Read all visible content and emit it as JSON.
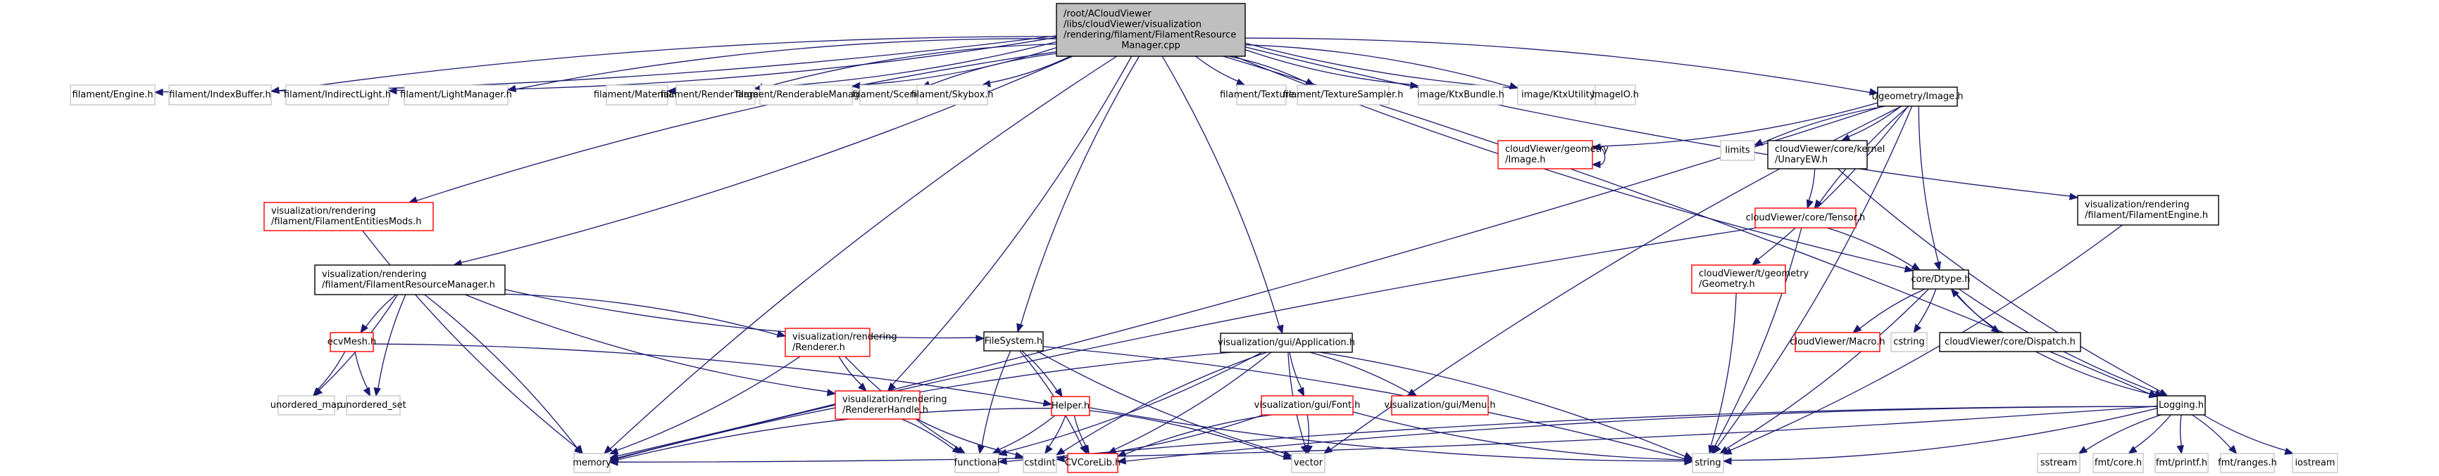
{
  "title": "Include dependency graph for FilamentResourceManager.cpp",
  "colors": {
    "edge": "#191970",
    "root_fill": "#bfbfbf",
    "root_border": "#000000",
    "documented_border": "#000000",
    "truncated_border": "#ff0000",
    "external_border": "#bfbfbf",
    "node_fill": "#ffffff"
  },
  "nodes": [
    {
      "id": "root",
      "kind": "root",
      "lines": [
        "/root/ACloudViewer",
        "/libs/cloudViewer/visualization",
        "/rendering/filament/FilamentResource",
        "Manager.cpp"
      ]
    },
    {
      "id": "engine",
      "kind": "external",
      "lines": [
        "filament/Engine.h"
      ]
    },
    {
      "id": "indexbuffer",
      "kind": "external",
      "lines": [
        "filament/IndexBuffer.h"
      ]
    },
    {
      "id": "indirectlight",
      "kind": "external",
      "lines": [
        "filament/IndirectLight.h"
      ]
    },
    {
      "id": "lightmanager",
      "kind": "external",
      "lines": [
        "filament/LightManager.h"
      ]
    },
    {
      "id": "material",
      "kind": "external",
      "lines": [
        "filament/Material.h"
      ]
    },
    {
      "id": "rendertarget",
      "kind": "external",
      "lines": [
        "filament/RenderTarget.h"
      ]
    },
    {
      "id": "renderablemanager",
      "kind": "external",
      "lines": [
        "filament/RenderableManager.h"
      ]
    },
    {
      "id": "scene",
      "kind": "external",
      "lines": [
        "filament/Scene.h"
      ]
    },
    {
      "id": "skybox",
      "kind": "external",
      "lines": [
        "filament/Skybox.h"
      ]
    },
    {
      "id": "texture",
      "kind": "external",
      "lines": [
        "filament/Texture.h"
      ]
    },
    {
      "id": "texturesampler",
      "kind": "external",
      "lines": [
        "filament/TextureSampler.h"
      ]
    },
    {
      "id": "ktxbundle",
      "kind": "external",
      "lines": [
        "image/KtxBundle.h"
      ]
    },
    {
      "id": "ktxutility",
      "kind": "external",
      "lines": [
        "image/KtxUtility.h"
      ]
    },
    {
      "id": "imageio",
      "kind": "external",
      "lines": [
        "ImageIO.h"
      ]
    },
    {
      "id": "timage",
      "kind": "documented",
      "lines": [
        "t/geometry/Image.h"
      ]
    },
    {
      "id": "cvimage",
      "kind": "truncated",
      "lines": [
        "cloudViewer/geometry",
        "/Image.h"
      ]
    },
    {
      "id": "limits",
      "kind": "external",
      "lines": [
        "limits"
      ]
    },
    {
      "id": "unaryew",
      "kind": "documented",
      "lines": [
        "cloudViewer/core/kernel",
        "/UnaryEW.h"
      ]
    },
    {
      "id": "tensor",
      "kind": "truncated",
      "lines": [
        "cloudViewer/core/Tensor.h"
      ]
    },
    {
      "id": "entitiesmods",
      "kind": "truncated",
      "lines": [
        "visualization/rendering",
        "/filament/FilamentEntitiesMods.h"
      ]
    },
    {
      "id": "filamentengine",
      "kind": "documented",
      "lines": [
        "visualization/rendering",
        "/filament/FilamentEngine.h"
      ]
    },
    {
      "id": "resmgr_h",
      "kind": "documented",
      "lines": [
        "visualization/rendering",
        "/filament/FilamentResourceManager.h"
      ]
    },
    {
      "id": "tgeometry",
      "kind": "truncated",
      "lines": [
        "cloudViewer/t/geometry",
        "/Geometry.h"
      ]
    },
    {
      "id": "dtype",
      "kind": "documented",
      "lines": [
        "core/Dtype.h"
      ]
    },
    {
      "id": "ecvmesh",
      "kind": "truncated",
      "lines": [
        "ecvMesh.h"
      ]
    },
    {
      "id": "renderer",
      "kind": "truncated",
      "lines": [
        "visualization/rendering",
        "/Renderer.h"
      ]
    },
    {
      "id": "filesystem",
      "kind": "documented",
      "lines": [
        "FileSystem.h"
      ]
    },
    {
      "id": "application",
      "kind": "documented",
      "lines": [
        "visualization/gui/Application.h"
      ]
    },
    {
      "id": "macro",
      "kind": "truncated",
      "lines": [
        "cloudViewer/Macro.h"
      ]
    },
    {
      "id": "cstring",
      "kind": "external",
      "lines": [
        "cstring"
      ]
    },
    {
      "id": "dispatch",
      "kind": "documented",
      "lines": [
        "cloudViewer/core/Dispatch.h"
      ]
    },
    {
      "id": "unordered_map",
      "kind": "external",
      "lines": [
        "unordered_map"
      ]
    },
    {
      "id": "unordered_set",
      "kind": "external",
      "lines": [
        "unordered_set"
      ]
    },
    {
      "id": "rendererhandle",
      "kind": "truncated",
      "lines": [
        "visualization/rendering",
        "/RendererHandle.h"
      ]
    },
    {
      "id": "helper",
      "kind": "truncated",
      "lines": [
        "Helper.h"
      ]
    },
    {
      "id": "font",
      "kind": "truncated",
      "lines": [
        "visualization/gui/Font.h"
      ]
    },
    {
      "id": "menu",
      "kind": "truncated",
      "lines": [
        "visualization/gui/Menu.h"
      ]
    },
    {
      "id": "logging",
      "kind": "documented",
      "lines": [
        "Logging.h"
      ]
    },
    {
      "id": "memory",
      "kind": "external",
      "lines": [
        "memory"
      ]
    },
    {
      "id": "functional",
      "kind": "external",
      "lines": [
        "functional"
      ]
    },
    {
      "id": "cstdint",
      "kind": "external",
      "lines": [
        "cstdint"
      ]
    },
    {
      "id": "cvcorelib",
      "kind": "truncated",
      "lines": [
        "CVCoreLib.h"
      ]
    },
    {
      "id": "vector",
      "kind": "external",
      "lines": [
        "vector"
      ]
    },
    {
      "id": "string",
      "kind": "external",
      "lines": [
        "string"
      ]
    },
    {
      "id": "sstream",
      "kind": "external",
      "lines": [
        "sstream"
      ]
    },
    {
      "id": "fmtcore",
      "kind": "external",
      "lines": [
        "fmt/core.h"
      ]
    },
    {
      "id": "fmtprintf",
      "kind": "external",
      "lines": [
        "fmt/printf.h"
      ]
    },
    {
      "id": "fmtranges",
      "kind": "external",
      "lines": [
        "fmt/ranges.h"
      ]
    },
    {
      "id": "iostream",
      "kind": "external",
      "lines": [
        "iostream"
      ]
    }
  ],
  "edges": [
    [
      "root",
      "engine"
    ],
    [
      "root",
      "indexbuffer"
    ],
    [
      "root",
      "indirectlight"
    ],
    [
      "root",
      "lightmanager"
    ],
    [
      "root",
      "material"
    ],
    [
      "root",
      "rendertarget"
    ],
    [
      "root",
      "renderablemanager"
    ],
    [
      "root",
      "scene"
    ],
    [
      "root",
      "skybox"
    ],
    [
      "root",
      "texture"
    ],
    [
      "root",
      "texturesampler"
    ],
    [
      "root",
      "ktxbundle"
    ],
    [
      "root",
      "ktxutility"
    ],
    [
      "root",
      "imageio"
    ],
    [
      "root",
      "timage"
    ],
    [
      "root",
      "entitiesmods"
    ],
    [
      "root",
      "resmgr_h"
    ],
    [
      "root",
      "filamentengine"
    ],
    [
      "root",
      "application"
    ],
    [
      "root",
      "filesystem"
    ],
    [
      "root",
      "rendererhandle"
    ],
    [
      "root",
      "dtype"
    ],
    [
      "root",
      "logging"
    ],
    [
      "root",
      "memory"
    ],
    [
      "timage",
      "cvimage"
    ],
    [
      "timage",
      "limits"
    ],
    [
      "timage",
      "unaryew"
    ],
    [
      "timage",
      "tensor"
    ],
    [
      "timage",
      "tgeometry"
    ],
    [
      "timage",
      "dtype"
    ],
    [
      "timage",
      "string"
    ],
    [
      "timage",
      "vector"
    ],
    [
      "timage",
      "memory"
    ],
    [
      "cvimage",
      "cvimage"
    ],
    [
      "unaryew",
      "tensor"
    ],
    [
      "unaryew",
      "logging"
    ],
    [
      "tensor",
      "dtype"
    ],
    [
      "tensor",
      "memory"
    ],
    [
      "tensor",
      "string"
    ],
    [
      "entitiesmods",
      "memory"
    ],
    [
      "filamentengine",
      "string"
    ],
    [
      "resmgr_h",
      "ecvmesh"
    ],
    [
      "resmgr_h",
      "renderer"
    ],
    [
      "resmgr_h",
      "filesystem"
    ],
    [
      "resmgr_h",
      "unordered_map"
    ],
    [
      "resmgr_h",
      "unordered_set"
    ],
    [
      "resmgr_h",
      "memory"
    ],
    [
      "resmgr_h",
      "rendererhandle"
    ],
    [
      "tgeometry",
      "string"
    ],
    [
      "dtype",
      "macro"
    ],
    [
      "dtype",
      "cstring"
    ],
    [
      "dtype",
      "dispatch"
    ],
    [
      "dtype",
      "string"
    ],
    [
      "dtype",
      "logging"
    ],
    [
      "dispatch",
      "dtype"
    ],
    [
      "dispatch",
      "logging"
    ],
    [
      "ecvmesh",
      "unordered_map"
    ],
    [
      "ecvmesh",
      "unordered_set"
    ],
    [
      "ecvmesh",
      "helper"
    ],
    [
      "renderer",
      "rendererhandle"
    ],
    [
      "renderer",
      "memory"
    ],
    [
      "renderer",
      "functional"
    ],
    [
      "rendererhandle",
      "functional"
    ],
    [
      "rendererhandle",
      "cstdint"
    ],
    [
      "filesystem",
      "helper"
    ],
    [
      "filesystem",
      "functional"
    ],
    [
      "filesystem",
      "cvcorelib"
    ],
    [
      "filesystem",
      "vector"
    ],
    [
      "filesystem",
      "string"
    ],
    [
      "application",
      "font"
    ],
    [
      "application",
      "menu"
    ],
    [
      "application",
      "memory"
    ],
    [
      "application",
      "functional"
    ],
    [
      "application",
      "cstdint"
    ],
    [
      "application",
      "cvcorelib"
    ],
    [
      "application",
      "vector"
    ],
    [
      "application",
      "string"
    ],
    [
      "helper",
      "memory"
    ],
    [
      "helper",
      "functional"
    ],
    [
      "helper",
      "cvcorelib"
    ],
    [
      "helper",
      "vector"
    ],
    [
      "helper",
      "string"
    ],
    [
      "helper",
      "cstdint"
    ],
    [
      "font",
      "cvcorelib"
    ],
    [
      "font",
      "vector"
    ],
    [
      "font",
      "string"
    ],
    [
      "font",
      "cstdint"
    ],
    [
      "logging",
      "functional"
    ],
    [
      "logging",
      "memory"
    ],
    [
      "logging",
      "cvcorelib"
    ],
    [
      "logging",
      "string"
    ],
    [
      "logging",
      "sstream"
    ],
    [
      "logging",
      "fmtcore"
    ],
    [
      "logging",
      "fmtprintf"
    ],
    [
      "logging",
      "fmtranges"
    ],
    [
      "logging",
      "iostream"
    ]
  ]
}
